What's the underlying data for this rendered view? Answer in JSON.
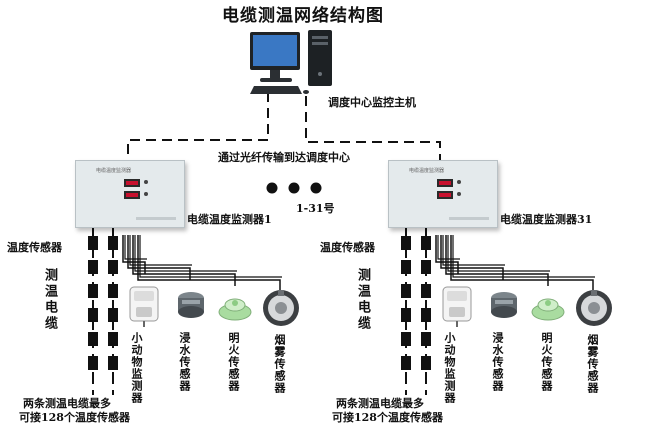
{
  "title": "电缆测温网络结构图",
  "host_label": "调度中心监控主机",
  "fiber_label": "通过光纤传输到达调度中心",
  "range_label": "1-31号",
  "monitors": [
    {
      "name": "电缆温度监测器1",
      "panel_text": "电缆温度监测器",
      "temp_sensor_label": "温度传感器",
      "cable_label": "测温电缆",
      "bottom_note_line1": "两条测温电缆最多",
      "bottom_note_line2": "可接128个温度传感器",
      "sensors": [
        {
          "label": "小动物监测器",
          "icon": "small-animal-detector-icon"
        },
        {
          "label": "浸水传感器",
          "icon": "water-immersion-sensor-icon"
        },
        {
          "label": "明火传感器",
          "icon": "flame-sensor-icon"
        },
        {
          "label": "烟雾传感器",
          "icon": "smoke-sensor-icon"
        }
      ]
    },
    {
      "name": "电缆温度监测器31",
      "panel_text": "电缆温度监测器",
      "temp_sensor_label": "温度传感器",
      "cable_label": "测温电缆",
      "bottom_note_line1": "两条测温电缆最多",
      "bottom_note_line2": "可接128个温度传感器",
      "sensors": [
        {
          "label": "小动物监测器",
          "icon": "small-animal-detector-icon"
        },
        {
          "label": "浸水传感器",
          "icon": "water-immersion-sensor-icon"
        },
        {
          "label": "明火传感器",
          "icon": "flame-sensor-icon"
        },
        {
          "label": "烟雾传感器",
          "icon": "smoke-sensor-icon"
        }
      ]
    }
  ],
  "colors": {
    "box": "#e4eaec",
    "display": "#c8102e",
    "line": "#111111",
    "sensor_green": "#a9dca0"
  }
}
